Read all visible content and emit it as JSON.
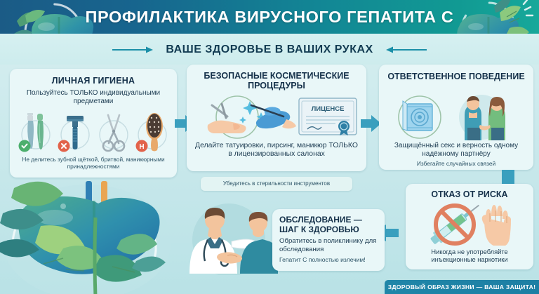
{
  "header": {
    "title": "ПРОФИЛАКТИКА ВИРУСНОГО ГЕПАТИТА С",
    "subtitle": "ВАШЕ ЗДОРОВЬЕ В ВАШИХ РУКАХ",
    "left_art_name": "liver-with-leaves",
    "right_art_name": "liver-with-leaves",
    "band_color": "#15728f",
    "title_color": "#ffffff",
    "subtitle_color": "#123b52"
  },
  "cards": {
    "hygiene": {
      "title": "ЛИЧНАЯ ГИГИЕНА",
      "subtitle": "Пользуйтесь ТОЛЬКО индивидуальными предметами",
      "note": "Не делитесь зубной щёткой, бритвой, маникюрными принадлежностями",
      "icons": [
        {
          "name": "toothbrush-icon",
          "badge": "✔",
          "badge_color": "#4caf6d"
        },
        {
          "name": "razor-icon",
          "badge": "✕",
          "badge_color": "#e2624a"
        },
        {
          "name": "scissors-icon",
          "badge": "",
          "badge_color": ""
        },
        {
          "name": "hairbrush-icon",
          "badge": "Н",
          "badge_color": "#e2624a"
        }
      ]
    },
    "cosmetic": {
      "title": "БЕЗОПАСНЫЕ КОСМЕТИЧЕСКИЕ ПРОЦЕДУРЫ",
      "subtitle": "Делайте татуировки, пирсинг, маникюр ТОЛЬКО в лицензированных салонах",
      "note": "Убедитесь в стерильности инструментов",
      "certificate_label": "ЛИЦЕНСЕ"
    },
    "behavior": {
      "title": "ОТВЕТСТВЕННОЕ ПОВЕДЕНИЕ",
      "subtitle": "Защищённый секс и верность одному надёжному партнёру",
      "note": "Избегайте случайных связей"
    },
    "risk": {
      "title": "ОТКАЗ ОТ РИСКА",
      "note": "Никогда не употребляйте инъекционные наркотики"
    },
    "checkup": {
      "title_line1": "ОБСЛЕДОВАНИЕ —",
      "title_line2": "ШАГ К ЗДОРОВЬЮ",
      "subtitle": "Обратитесь в поликлинику для обследования",
      "note": "Гепатит С полностью излечим!"
    }
  },
  "arrows": [
    {
      "name": "arrow-right-hygiene-to-cosmetic",
      "direction": "right"
    },
    {
      "name": "arrow-right-cosmetic-to-behavior",
      "direction": "right"
    },
    {
      "name": "arrow-down-behavior-to-risk",
      "direction": "down"
    },
    {
      "name": "arrow-left-risk-to-checkup",
      "direction": "left"
    }
  ],
  "footer": {
    "banner_text": "ЗДОРОВЫЙ ОБРАЗ ЖИЗНИ — ВАША ЗАЩИТА!",
    "banner_color": "#1d80a5"
  },
  "illustrations": {
    "bottom_left": "liver-as-plant-with-leaves",
    "bottom_center": "doctor-shaking-hands-with-patient"
  },
  "palette": {
    "background": "#cbe9ec",
    "card_bg": "#e9f7f8",
    "accent_teal": "#2b97b5",
    "title_dark": "#15314a",
    "green": "#4caf6d",
    "orange": "#e2624a"
  }
}
